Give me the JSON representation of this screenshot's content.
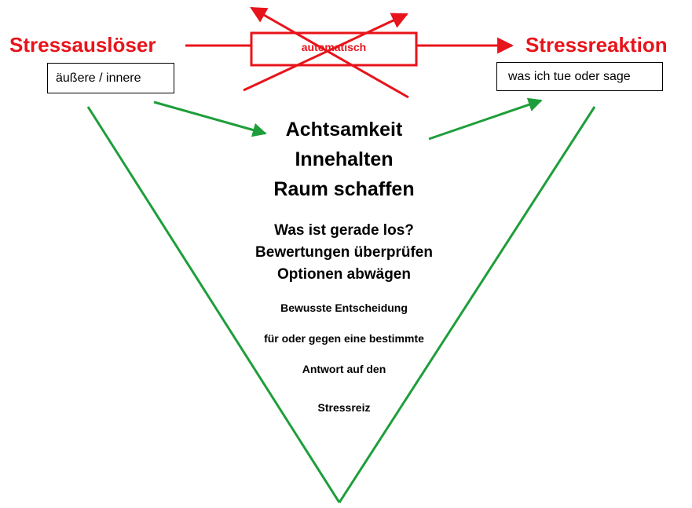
{
  "diagram": {
    "left": {
      "title": "Stressauslöser",
      "box_text": "äußere / innere"
    },
    "right": {
      "title": "Stressreaktion",
      "box_text": "was ich tue oder sage"
    },
    "crossed_out_label": "automatisch",
    "center": {
      "primary": [
        "Achtsamkeit",
        "Innehalten",
        "Raum schaffen"
      ],
      "secondary": [
        "Was ist gerade los?",
        "Bewertungen überprüfen",
        "Optionen abwägen"
      ],
      "tertiary": [
        "Bewusste Entscheidung",
        "für oder gegen eine bestimmte",
        "Antwort auf den",
        "Stressreiz"
      ]
    },
    "colors": {
      "red": "#e8141b",
      "green": "#1e9e3a",
      "black": "#000000"
    }
  }
}
